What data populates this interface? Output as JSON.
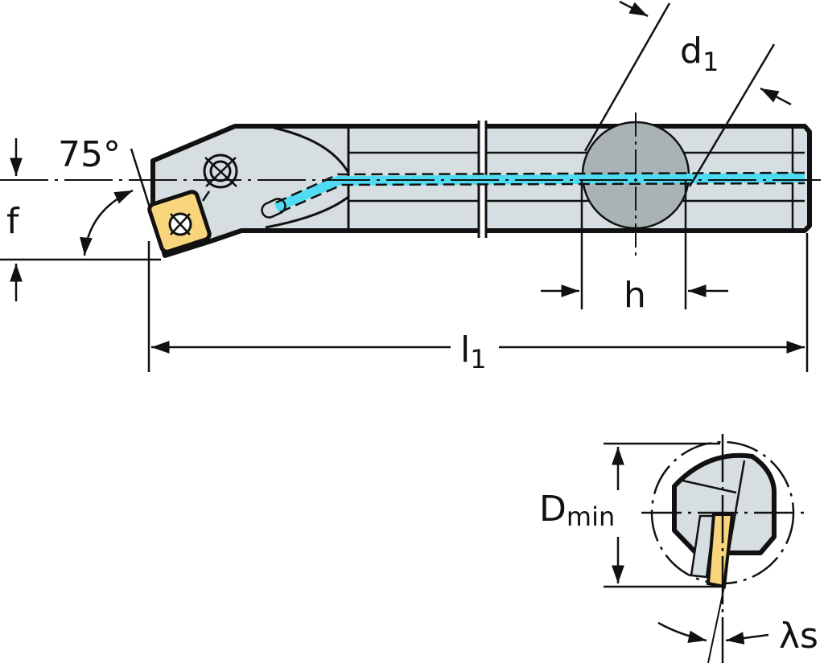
{
  "labels": {
    "d1_main": "d",
    "d1_sub": "1",
    "h": "h",
    "l1_main": "l",
    "l1_sub": "1",
    "f": "f",
    "angle": "75°",
    "dmin_main": "D",
    "dmin_sub": "min",
    "lambda_s": "λs"
  },
  "colors": {
    "body": "#d6dee1",
    "insert": "#f8d47c",
    "coolant": "#4fdcf2",
    "shank_section": "#a9b2b5",
    "line": "#111111"
  }
}
